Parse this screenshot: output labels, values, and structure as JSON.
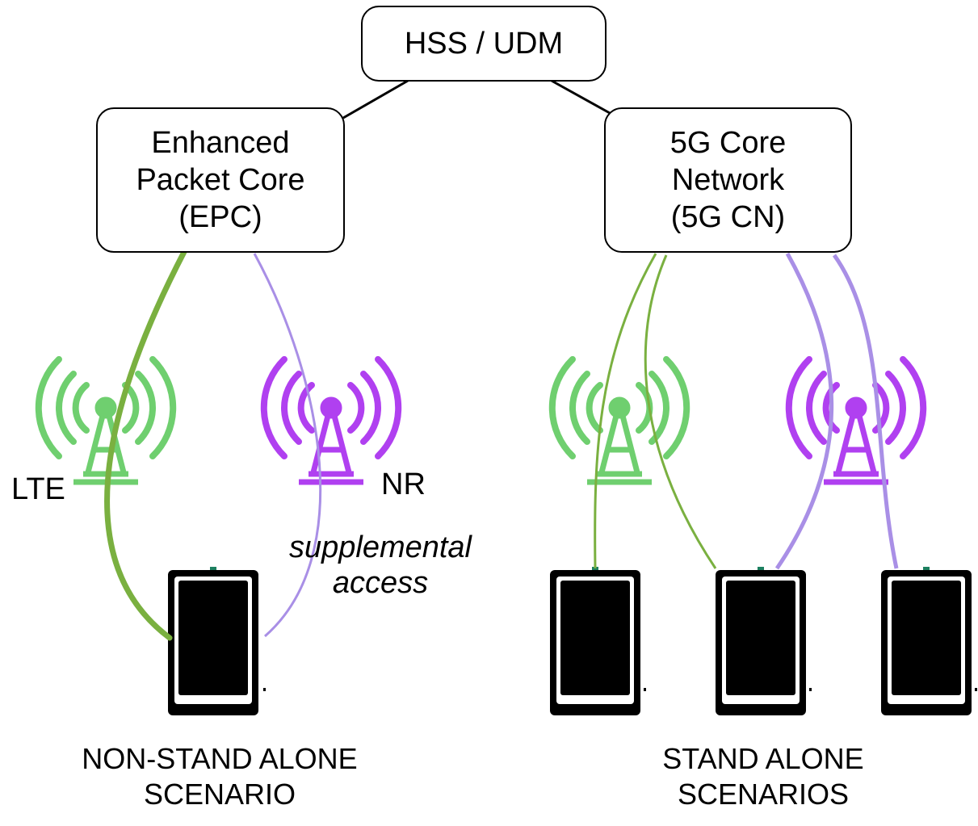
{
  "nodes": {
    "hss_udm": {
      "lines": [
        "HSS / UDM"
      ]
    },
    "epc": {
      "lines": [
        "Enhanced",
        "Packet Core",
        "(EPC)"
      ]
    },
    "core_5g": {
      "lines": [
        "5G Core",
        "Network",
        "(5G CN)"
      ]
    }
  },
  "antenna_labels": {
    "lte": "LTE",
    "nr": "NR"
  },
  "annotation": {
    "lines": [
      "supplemental",
      "access"
    ]
  },
  "captions": {
    "nsa": [
      "NON-STAND ALONE",
      "SCENARIO"
    ],
    "sa": [
      "STAND ALONE",
      "SCENARIOS"
    ]
  },
  "icons": [
    "antenna-tower-icon",
    "smartphone-icon"
  ],
  "colors": {
    "lte": "#6fcf6f",
    "lte_link": "#7ab040",
    "nr": "#b040f0",
    "nr_link": "#a98fe6",
    "line": "#000000"
  }
}
